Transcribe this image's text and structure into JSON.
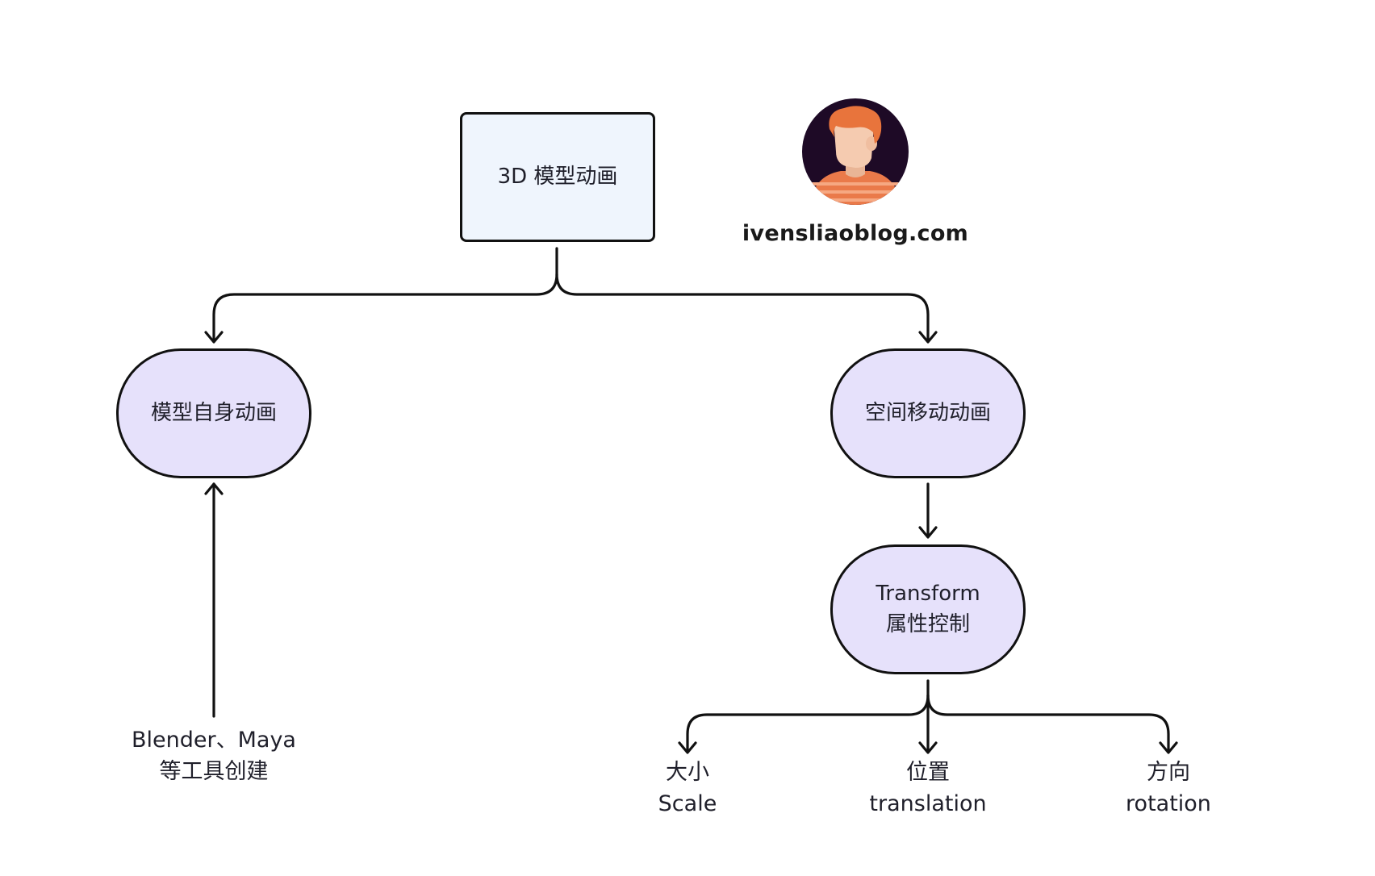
{
  "nodes": {
    "root": {
      "label": "3D 模型动画"
    },
    "model_self": {
      "label": "模型自身动画"
    },
    "space_move": {
      "label": "空间移动动画"
    },
    "transform": {
      "line1": "Transform",
      "line2": "属性控制"
    }
  },
  "leaves": {
    "tools": {
      "line1": "Blender、Maya",
      "line2": "等工具创建"
    },
    "scale": {
      "line1": "大小",
      "line2": "Scale"
    },
    "position": {
      "line1": "位置",
      "line2": "translation"
    },
    "direction": {
      "line1": "方向",
      "line2": "rotation"
    }
  },
  "brand": {
    "name": "ivensliaoblog.com",
    "avatar_icon": "person-avatar-icon"
  },
  "colors": {
    "root_fill": "#eff5fd",
    "pill_fill": "#e6e1fb",
    "stroke": "#111111",
    "avatar_bg": "#1e0a26",
    "hair": "#e8743c",
    "skin": "#f5cbb0",
    "shirt": "#ea7a4a"
  }
}
